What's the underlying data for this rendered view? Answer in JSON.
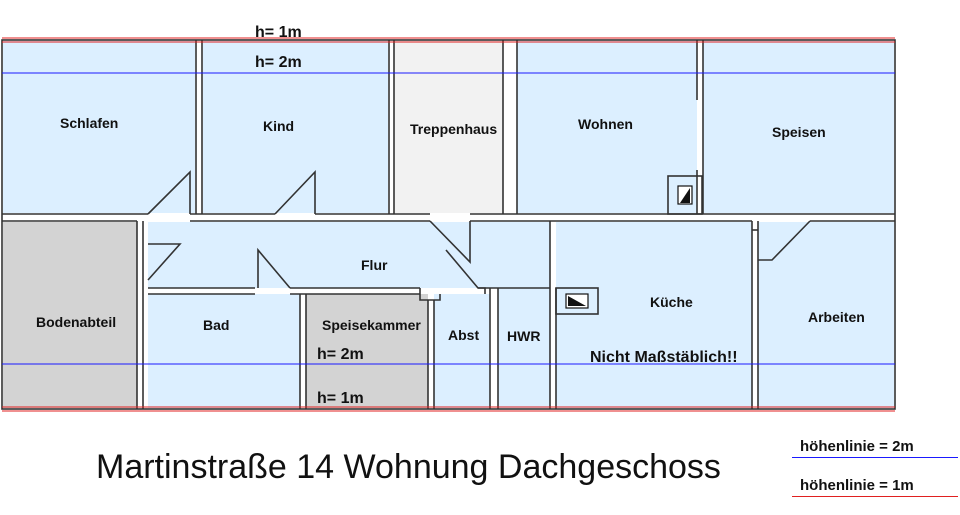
{
  "title": "Martinstraße 14 Wohnung Dachgeschoss",
  "rooms": {
    "schlafen": "Schlafen",
    "kind": "Kind",
    "treppenhaus": "Treppenhaus",
    "wohnen": "Wohnen",
    "speisen": "Speisen",
    "flur": "Flur",
    "bodenabteil": "Bodenabteil",
    "bad": "Bad",
    "speisekammer": "Speisekammer",
    "abst": "Abst",
    "hwr": "HWR",
    "kueche": "Küche",
    "arbeiten": "Arbeiten"
  },
  "heights": {
    "top_1m": "h= 1m",
    "top_2m": "h= 2m",
    "bottom_2m": "h= 2m",
    "bottom_1m": "h= 1m"
  },
  "note": "Nicht Maßstäblich!!",
  "legend": {
    "line_2m": "höhenlinie = 2m",
    "line_1m": "höhenlinie = 1m"
  },
  "colors": {
    "room_fill": "#dcefff",
    "gray_fill": "#d3d3d3",
    "stair_fill": "#f2f2f2",
    "wall": "#333333",
    "line_2m": "#1a1aff",
    "line_1m": "#e02020"
  }
}
